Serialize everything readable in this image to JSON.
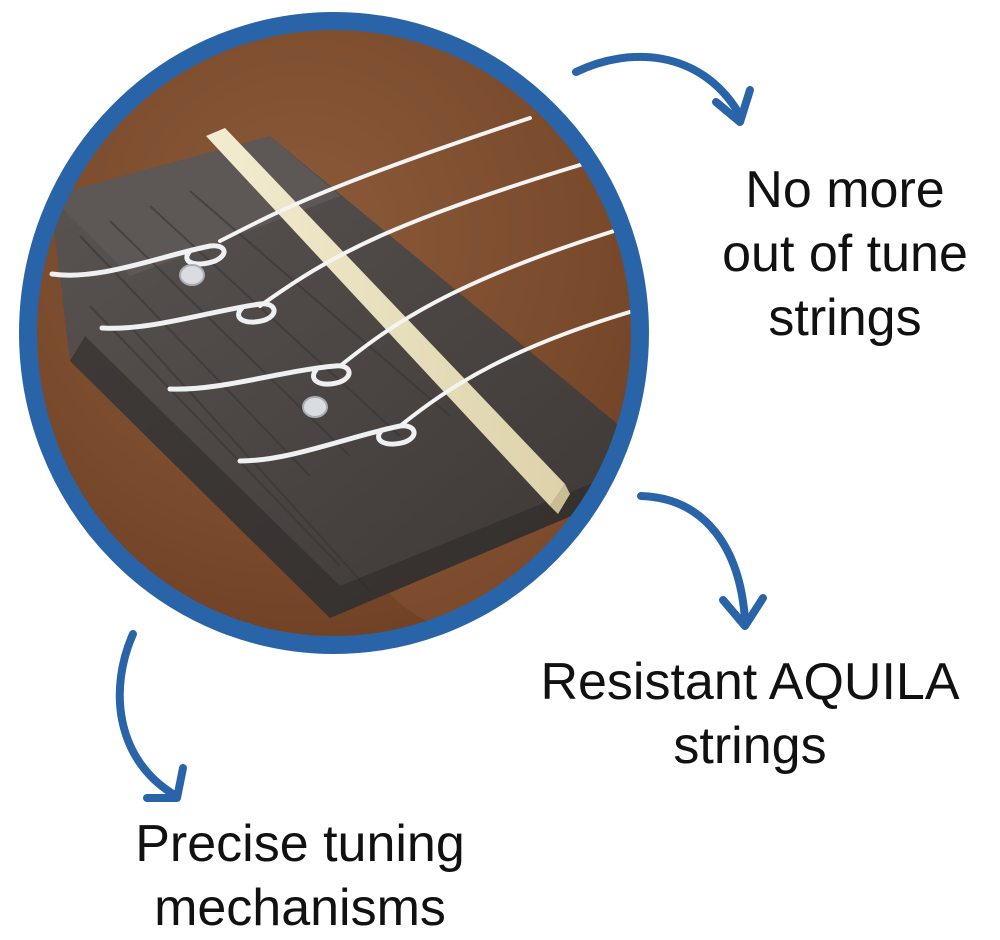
{
  "image": {
    "subject": "ukulele-bridge-photo",
    "ring_color": "#2a64a8",
    "arrow_color": "#2a64a8",
    "text_color": "#111111",
    "wood_color": "#7a4a2c",
    "bridge_color": "#4e4846",
    "saddle_color": "#ece3c0"
  },
  "callouts": {
    "tune": {
      "line1": "No more",
      "line2": "out of tune",
      "line3": "strings"
    },
    "strings": {
      "line1": "Resistant AQUILA",
      "line2": "strings"
    },
    "tuning": {
      "line1": "Precise tuning",
      "line2": "mechanisms"
    }
  }
}
